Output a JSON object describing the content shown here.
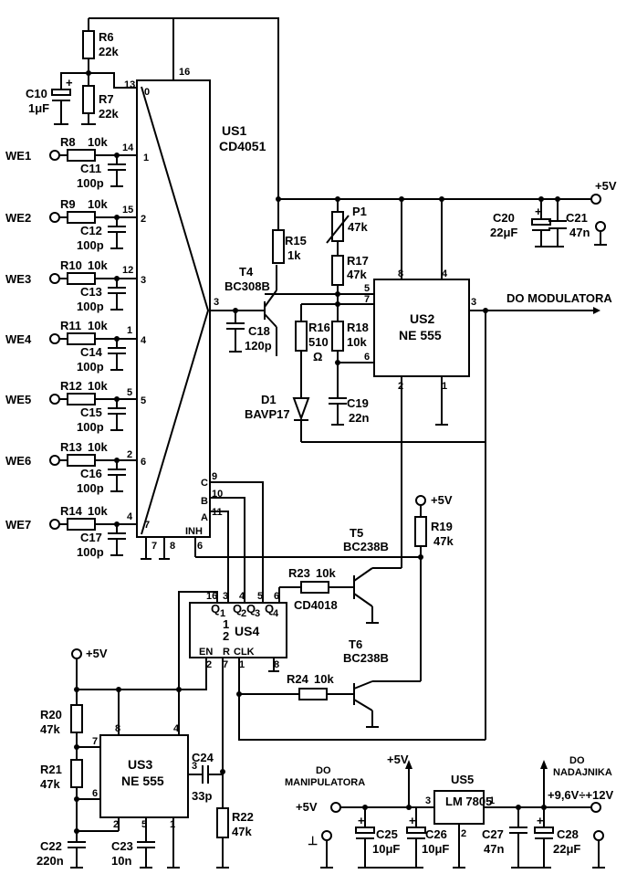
{
  "ics": {
    "us1": {
      "ref": "US1",
      "part": "CD4051"
    },
    "us2": {
      "ref": "US2",
      "part": "NE 555"
    },
    "us3": {
      "ref": "US3",
      "part": "NE 555"
    },
    "us4": {
      "ref": "US4",
      "part": "CD4018"
    },
    "us5": {
      "ref": "US5",
      "part": "LM 7805"
    }
  },
  "us1_pins": {
    "p16": "16",
    "p13": "13",
    "p14": "14",
    "p15": "15",
    "p12": "12",
    "p1": "1",
    "p5": "5",
    "p2": "2",
    "p4": "4",
    "p3": "3",
    "p9": "9",
    "p10": "10",
    "p11": "11",
    "p6": "6",
    "p7": "7",
    "p8": "8",
    "ch0": "0",
    "ch1": "1",
    "ch2": "2",
    "ch3": "3",
    "ch4": "4",
    "ch5": "5",
    "ch6": "6",
    "ch7": "7",
    "c": "C",
    "b": "B",
    "a": "A",
    "inh": "INH"
  },
  "us2_pins": {
    "p8": "8",
    "p4": "4",
    "p5": "5",
    "p7": "7",
    "p6": "6",
    "p2": "2",
    "p1": "1",
    "p3": "3"
  },
  "us3_pins": {
    "p8": "8",
    "p4": "4",
    "p7": "7",
    "p6": "6",
    "p2": "2",
    "p5": "5",
    "p1": "1",
    "p3": "3"
  },
  "us4_pins": {
    "p16": "16",
    "p3": "3",
    "p4": "4",
    "p5": "5",
    "p6": "6",
    "p2": "2",
    "p7": "7",
    "p1": "1",
    "p8": "8",
    "q1": "Q",
    "q1s": "1",
    "q2": "Q",
    "q2s": "2",
    "q3": "Q",
    "q3s": "3",
    "q4": "Q",
    "q4s": "4",
    "half1": "1",
    "half2": "2",
    "en": "EN",
    "r": "R",
    "clk": "CLK"
  },
  "us5_pins": {
    "p3": "3",
    "p2": "2",
    "p1": "1"
  },
  "inputs": [
    "WE1",
    "WE2",
    "WE3",
    "WE4",
    "WE5",
    "WE6",
    "WE7"
  ],
  "input_resistors": [
    {
      "ref": "R8",
      "val": "10k"
    },
    {
      "ref": "R9",
      "val": "10k"
    },
    {
      "ref": "R10",
      "val": "10k"
    },
    {
      "ref": "R11",
      "val": "10k"
    },
    {
      "ref": "R12",
      "val": "10k"
    },
    {
      "ref": "R13",
      "val": "10k"
    },
    {
      "ref": "R14",
      "val": "10k"
    }
  ],
  "input_caps": [
    {
      "ref": "C11",
      "val": "100p"
    },
    {
      "ref": "C12",
      "val": "100p"
    },
    {
      "ref": "C13",
      "val": "100p"
    },
    {
      "ref": "C14",
      "val": "100p"
    },
    {
      "ref": "C15",
      "val": "100p"
    },
    {
      "ref": "C16",
      "val": "100p"
    },
    {
      "ref": "C17",
      "val": "100p"
    }
  ],
  "parts": {
    "r6": {
      "ref": "R6",
      "val": "22k"
    },
    "r7": {
      "ref": "R7",
      "val": "22k"
    },
    "c10": {
      "ref": "C10",
      "val": "1μF",
      "pol": "+"
    },
    "r15": {
      "ref": "R15",
      "val": "1k"
    },
    "t4": {
      "ref": "T4",
      "part": "BC308B"
    },
    "c18": {
      "ref": "C18",
      "val": "120p"
    },
    "r16": {
      "ref": "R16",
      "val": "510",
      "unit": "Ω"
    },
    "d1": {
      "ref": "D1",
      "part": "BAVP17"
    },
    "p1": {
      "ref": "P1",
      "val": "47k"
    },
    "r17": {
      "ref": "R17",
      "val": "47k"
    },
    "r18": {
      "ref": "R18",
      "val": "10k"
    },
    "c19": {
      "ref": "C19",
      "val": "22n"
    },
    "c20": {
      "ref": "C20",
      "val": "22μF",
      "pol": "+"
    },
    "c21": {
      "ref": "C21",
      "val": "47n"
    },
    "t5": {
      "ref": "T5",
      "part": "BC238B"
    },
    "t6": {
      "ref": "T6",
      "part": "BC238B"
    },
    "r19": {
      "ref": "R19",
      "val": "47k"
    },
    "r23": {
      "ref": "R23",
      "val": "10k"
    },
    "r24": {
      "ref": "R24",
      "val": "10k"
    },
    "r20": {
      "ref": "R20",
      "val": "47k"
    },
    "r21": {
      "ref": "R21",
      "val": "47k"
    },
    "r22": {
      "ref": "R22",
      "val": "47k"
    },
    "c22": {
      "ref": "C22",
      "val": "220n"
    },
    "c23": {
      "ref": "C23",
      "val": "10n"
    },
    "c24": {
      "ref": "C24",
      "val": "33p"
    },
    "c25": {
      "ref": "C25",
      "val": "10μF",
      "pol": "+"
    },
    "c26": {
      "ref": "C26",
      "val": "10μF",
      "pol": "+"
    },
    "c27": {
      "ref": "C27",
      "val": "47n"
    },
    "c28": {
      "ref": "C28",
      "val": "22μF",
      "pol": "+"
    }
  },
  "net_labels": {
    "v5_top": "+5V",
    "v5_t5": "+5V",
    "v5_us3": "+5V",
    "v5_reg": "+5V",
    "v5_in": "+5V",
    "out": "DO MODULATORA",
    "manip1": "DO",
    "manip2": "MANIPULATORA",
    "nad1": "DO",
    "nad2": "NADAJNIKA",
    "supply": "+9,6V÷+12V",
    "ground_sym": "⊥"
  }
}
